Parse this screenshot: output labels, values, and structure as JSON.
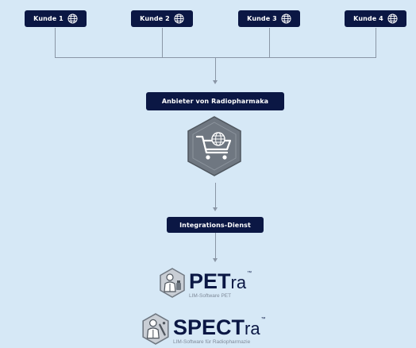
{
  "customers": [
    {
      "label": "Kunde 1"
    },
    {
      "label": "Kunde 2"
    },
    {
      "label": "Kunde 3"
    },
    {
      "label": "Kunde 4"
    }
  ],
  "provider": {
    "label": "Anbieter von Radiopharmaka"
  },
  "integration": {
    "label": "Integrations-Dienst"
  },
  "petra": {
    "name_bold": "PET",
    "name_light": "ra",
    "trademark": "™",
    "subtitle": "LIM-Software PET"
  },
  "spectra": {
    "name_bold": "SPECT",
    "name_light": "ra",
    "trademark": "™",
    "subtitle": "LIM-Software für Radiopharmazie"
  },
  "colors": {
    "background": "#d6e8f6",
    "node": "#0b1744",
    "connector": "#8a96a6",
    "hexagon": "#6f7781"
  },
  "icons": {
    "customer": "globe-icon",
    "provider": "shopping-cart-globe-icon",
    "product": "lab-technician-icon"
  }
}
